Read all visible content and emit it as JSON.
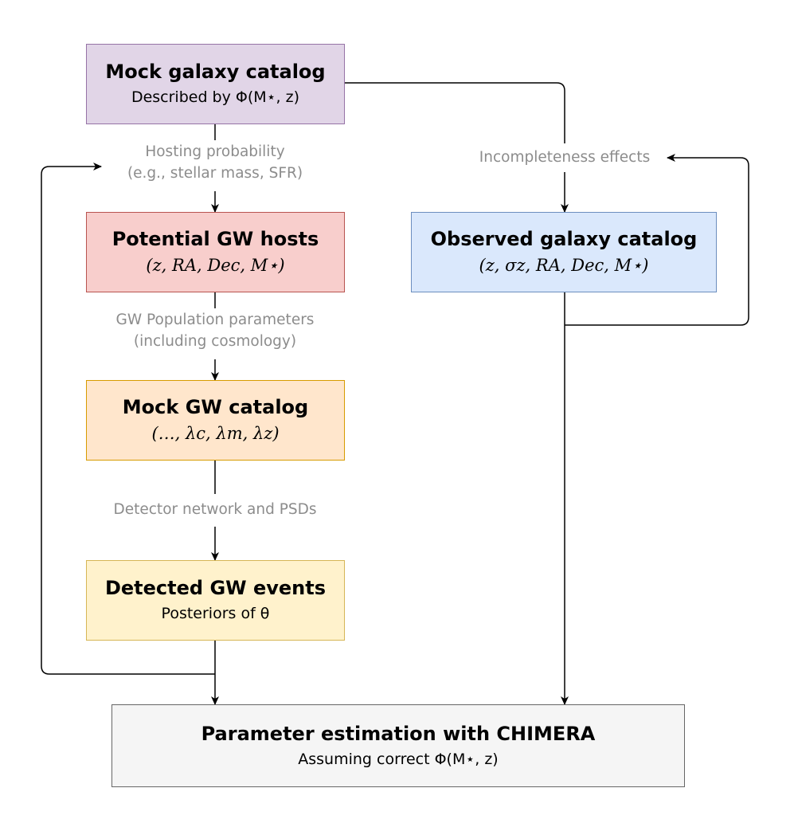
{
  "boxes": {
    "mock_galaxy": {
      "title": "Mock galaxy catalog",
      "subtitle": "Described by Φ(M⋆, z)",
      "fill": "#e1d5e7",
      "stroke": "#9673a6"
    },
    "potential_hosts": {
      "title": "Potential GW hosts",
      "subtitle": "(z, RA, Dec, M⋆)",
      "fill": "#f8cecc",
      "stroke": "#b85450"
    },
    "observed_galaxy": {
      "title": "Observed galaxy catalog",
      "subtitle": "(z, σz, RA, Dec, M⋆)",
      "fill": "#dae8fc",
      "stroke": "#6c8ebf"
    },
    "mock_gw": {
      "title": "Mock GW catalog",
      "subtitle": "(…, λc, λm, λz)",
      "fill": "#ffe6cc",
      "stroke": "#d79b00"
    },
    "detected_gw": {
      "title": "Detected GW events",
      "subtitle": "Posteriors of θ",
      "fill": "#fff2cc",
      "stroke": "#d6b656"
    },
    "param_est": {
      "title": "Parameter estimation with CHIMERA",
      "subtitle": "Assuming correct Φ(M⋆, z)",
      "fill": "#f5f5f5",
      "stroke": "#666666"
    }
  },
  "edge_labels": {
    "hosting_line1": "Hosting probability",
    "hosting_line2": "(e.g., stellar mass, SFR)",
    "population_line1": "GW Population parameters",
    "population_line2": "(including cosmology)",
    "detector": "Detector network and PSDs",
    "incompleteness": "Incompleteness effects"
  }
}
